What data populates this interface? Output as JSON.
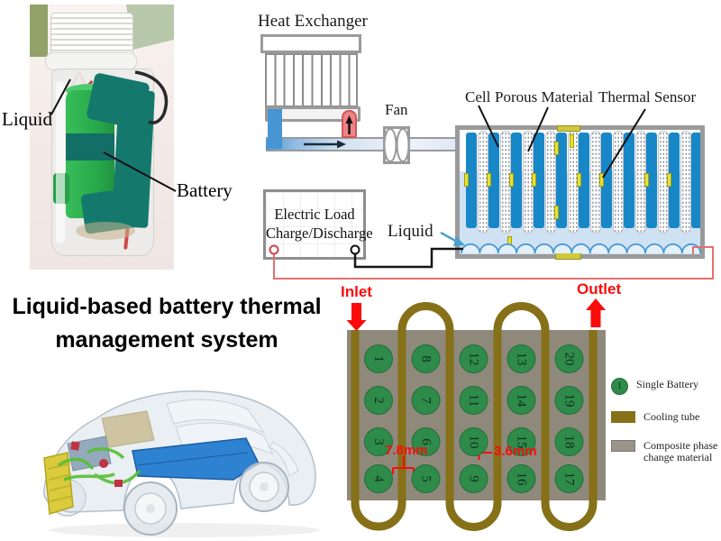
{
  "photo": {
    "labels": {
      "liquid": "Liquid",
      "battery": "Battery"
    }
  },
  "schematic": {
    "heat_exchanger": "Heat Exchanger",
    "fan": "Fan",
    "cell": "Cell",
    "porous_material": "Porous Material",
    "thermal_sensor": "Thermal Sensor",
    "liquid": "Liquid",
    "electric_load": {
      "line1": "Electric Load",
      "line2": "Charge/Discharge"
    }
  },
  "title": {
    "line1": "Liquid-based battery thermal",
    "line2": "management system"
  },
  "pack": {
    "inlet": "Inlet",
    "outlet": "Outlet",
    "dim_between_columns": "7.8mm",
    "dim_gap": "3.6mm",
    "battery_columns": [
      [
        1,
        2,
        3,
        4
      ],
      [
        8,
        7,
        6,
        5
      ],
      [
        12,
        11,
        10,
        9
      ],
      [
        13,
        14,
        15,
        16
      ],
      [
        20,
        19,
        18,
        17
      ]
    ],
    "legend": [
      {
        "swatch": "single-battery",
        "symbol_number": "1",
        "lines": [
          "Single Battery"
        ]
      },
      {
        "swatch": "cooling-tube",
        "lines": [
          "Cooling tube"
        ]
      },
      {
        "swatch": "composite-pcm",
        "lines": [
          "Composite phase",
          "change material"
        ]
      }
    ]
  },
  "colors": {
    "label_red": "#fb0b0b",
    "battery_green": "#2e8b4a",
    "tube_olive": "#867018",
    "pcm_gray": "#8f897c",
    "cell_blue": "#1887c8",
    "liquid_blue": "#cfe2f4",
    "pipe_blue": "#4795d2"
  }
}
